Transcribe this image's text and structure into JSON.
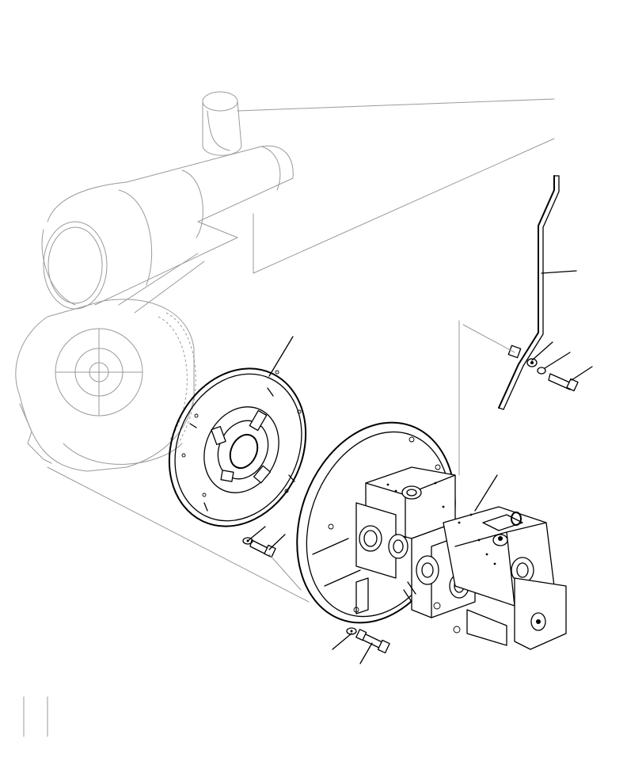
{
  "diagram": {
    "parts": [
      "engine-ghost",
      "flywheel-housing-ghost",
      "damper-disc",
      "hydraulic-pump-assembly",
      "pump-mount-flange",
      "tube",
      "washer",
      "bolt"
    ],
    "colors": {
      "line": "#000000",
      "ghost": "#9a9a9a",
      "background": "#ffffff"
    }
  }
}
